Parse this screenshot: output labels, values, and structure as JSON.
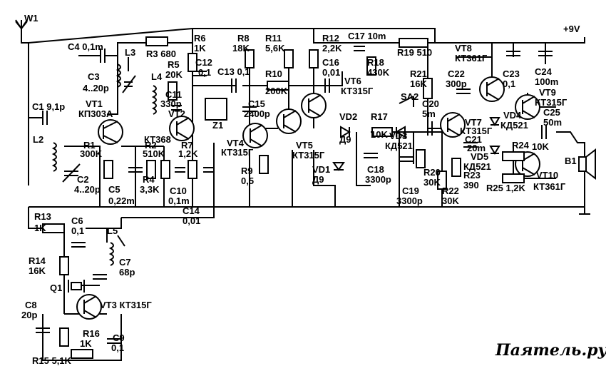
{
  "antenna": "W1",
  "supply": "+9V",
  "watermark": "Паятель.ру",
  "parts": {
    "c4": "C4 0,1m",
    "r3": "R3 680",
    "l3": "L3",
    "c3a": "C3",
    "c3b": "4..20p",
    "r6a": "R6",
    "r6b": "1K",
    "r8a": "R8",
    "r8b": "18K",
    "r11a": "R11",
    "r11b": "5,6K",
    "r12a": "R12",
    "r12b": "2,2K",
    "c17": "C17 10m",
    "r19": "R19 510",
    "vt8a": "VT8",
    "vt8b": "КТ361Г",
    "l4": "L4",
    "r5a": "R5",
    "r5b": "20K",
    "c12a": "C12",
    "c12b": "0,1",
    "c13": "C13 0,1",
    "r10a": "R10",
    "r10b": "200K",
    "c16a": "C16",
    "c16b": "0,01",
    "r18a": "R18",
    "r18b": "430K",
    "r21a": "R21",
    "r21b": "16K",
    "c22a": "C22",
    "c22b": "300p",
    "c23a": "C23",
    "c23b": "0,1",
    "c24a": "C24",
    "c24b": "100m",
    "vt9a": "VT9",
    "vt9b": "КТ315Г",
    "c11a": "C11",
    "c11b": "330p",
    "vt6a": "VT6",
    "vt6b": "КТ315Г",
    "sa2": "SA2",
    "c20a": "C20",
    "c20b": "5m",
    "c25a": "C25",
    "c25b": "50m",
    "c1": "C1 9,1p",
    "vt1a": "VT1",
    "vt1b": "КП303А",
    "vt2": "VT2",
    "c15a": "C15",
    "c15b": "2400p",
    "vd2": "VD2",
    "vd2t": "Д9",
    "r17": "R17",
    "vt7": "VT7",
    "vt7t": "КТ315Г",
    "vd4": "VD4",
    "vd4t": "КД521",
    "l2": "L2",
    "r1a": "R1",
    "r1b": "300K",
    "vt2t": "КТ368",
    "z1": "Z1",
    "vt4a": "VT4",
    "vt4b": "КТ315Г",
    "vt5a": "VT5",
    "vt5b": "КТ315Г",
    "r17b": "10K",
    "vd3a": "VD3",
    "vd3b": "КД521",
    "c21a": "C21",
    "c21b": "20m",
    "r24": "R24",
    "r24b": "10K",
    "b1": "B1",
    "r2a": "R2",
    "r2b": "510K",
    "r7a": "R7",
    "r7b": "1,2K",
    "vd5a": "VD5",
    "vd5b": "КД521",
    "r9a": "R9",
    "r9b": "0,5",
    "vd1a": "VD1",
    "vd1b": "Д9",
    "c18a": "C18",
    "c18b": "3300p",
    "r20a": "R20",
    "r20b": "30K",
    "r23a": "R23",
    "r23b": "390",
    "r25": "R25 1,2K",
    "vt10a": "VT10",
    "vt10b": "КТ361Г",
    "c2a": "C2",
    "c2b": "4..20p",
    "c5": "C5",
    "r4a": "R4",
    "r4b": "3,3K",
    "c10": "C10",
    "c5b": "0,22m",
    "c10b": "0,1m",
    "c19a": "C19",
    "c19b": "3300p",
    "r22a": "R22",
    "r22b": "30K",
    "c14a": "C14",
    "c14b": "0,01",
    "r13a": "R13",
    "r13b": "1K",
    "c6a": "C6",
    "c6b": "0,1",
    "l5": "L5",
    "r14a": "R14",
    "r14b": "16K",
    "c7a": "C7",
    "c7b": "68p",
    "q1": "Q1",
    "c8a": "C8",
    "c8b": "20p",
    "vt3": "VT3 КТ315Г",
    "r16a": "R16",
    "r16b": "1K",
    "c9a": "C9",
    "c9b": "0,1",
    "r15": "R15 5,1K"
  }
}
